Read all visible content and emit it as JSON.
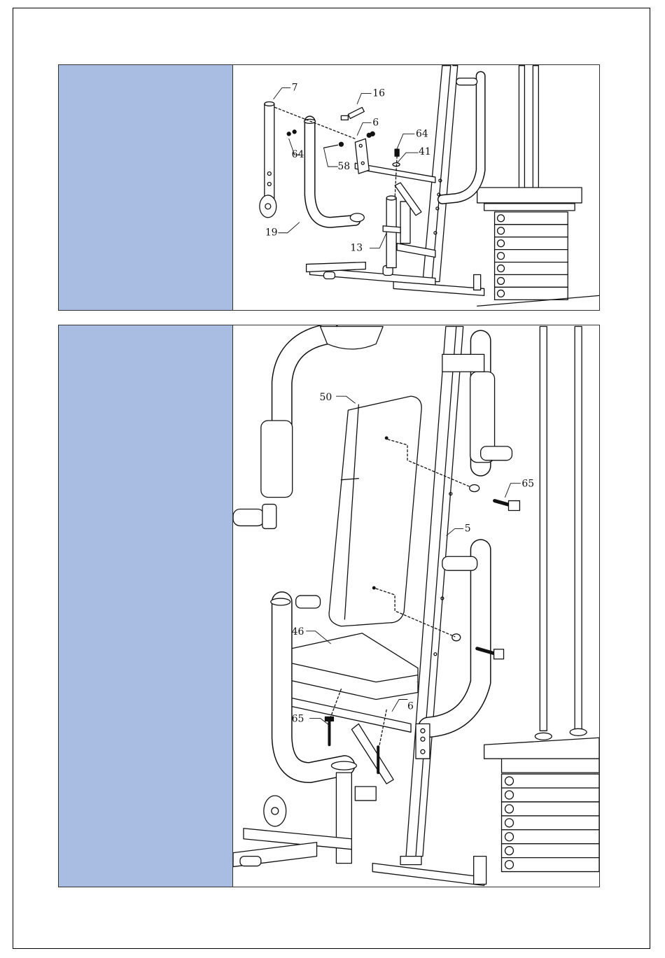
{
  "steps": [
    {
      "side_color": "#a9bde2",
      "callouts": {
        "c7": "7",
        "c16": "16",
        "c6": "6",
        "c64a": "64",
        "c64b": "64",
        "c41": "41",
        "c58": "58",
        "c19": "19",
        "c13": "13"
      }
    },
    {
      "side_color": "#a9bde2",
      "callouts": {
        "c50": "50",
        "c65a": "65",
        "c5": "5",
        "c46": "46",
        "c6": "6",
        "c65b": "65"
      }
    }
  ]
}
